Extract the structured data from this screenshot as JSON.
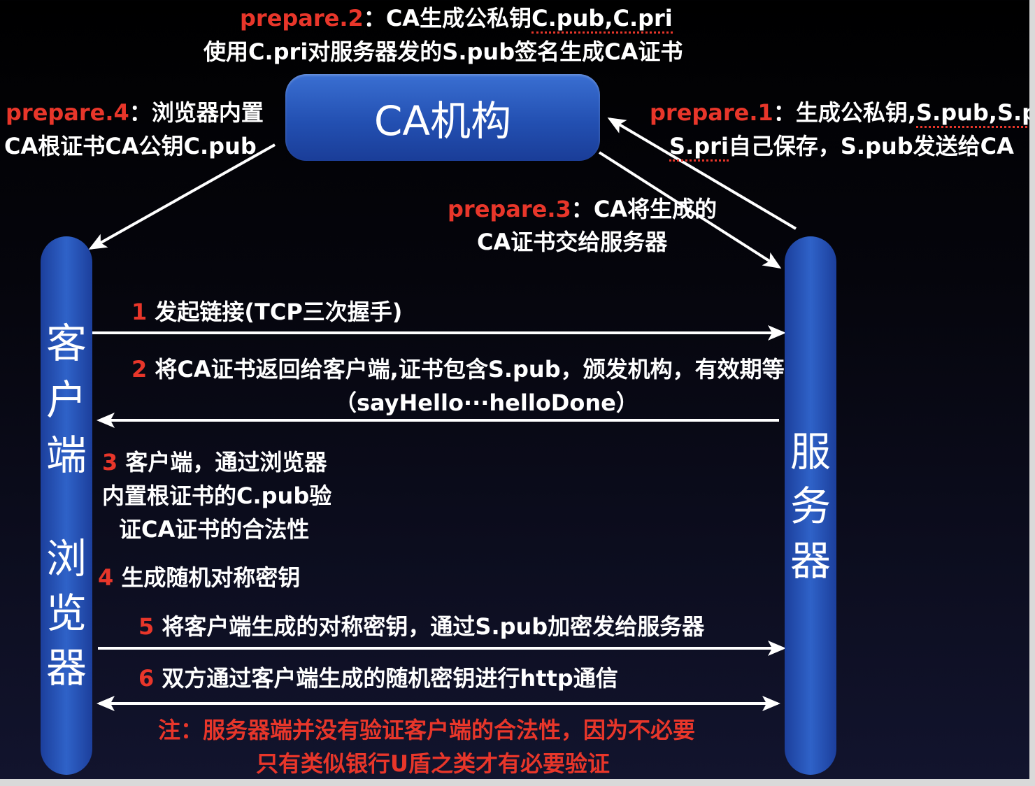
{
  "header": {
    "prep2_tag": "prepare.2",
    "prep2_sep": "：",
    "prep2_line1_a": "CA生成公私钥",
    "prep2_line1_b": "C.pub,C.pri",
    "prep2_line2": "使用C.pri对服务器发的S.pub签名生成CA证书"
  },
  "ca_box": {
    "label": "CA机构"
  },
  "prep4": {
    "tag": "prepare.4",
    "sep": "：",
    "line1": "浏览器内置",
    "line2": "CA根证书CA公钥C.pub"
  },
  "prep1": {
    "tag": "prepare.1",
    "sep": "：",
    "line1_a": "生成公私钥,",
    "line1_b": "S.pub,S.pri",
    "line2_a": "S.pri",
    "line2_b": "自己保存，S.pub发送给CA"
  },
  "prep3": {
    "tag": "prepare.3",
    "sep": "：",
    "line1": "CA将生成的",
    "line2": "CA证书交给服务器"
  },
  "client": {
    "chars": [
      "客",
      "户",
      "端",
      "浏",
      "览",
      "器"
    ]
  },
  "server": {
    "chars": [
      "服",
      "务",
      "器"
    ]
  },
  "steps": {
    "s1_num": "1",
    "s1_text": "发起链接(TCP三次握手)",
    "s2_num": "2",
    "s2_text": "将CA证书返回给客户端,证书包含S.pub，颁发机构，有效期等",
    "s2_sub": "（sayHello···helloDone）",
    "s3_num": "3",
    "s3_line1": "客户端，通过浏览器",
    "s3_line2": "内置根证书的C.pub验",
    "s3_line3": "证CA证书的合法性",
    "s4_num": "4",
    "s4_text": "生成随机对称密钥",
    "s5_num": "5",
    "s5_text": "将客户端生成的对称密钥，通过S.pub加密发给服务器",
    "s6_num": "6",
    "s6_text": "双方通过客户端生成的随机密钥进行http通信"
  },
  "note": {
    "line1": "注：服务器端并没有验证客户端的合法性，因为不必要",
    "line2": "只有类似银行U盾之类才有必要验证"
  },
  "colors": {
    "accent_red": "#e8362a",
    "text_white": "#ffffff",
    "box_blue": "#2350b2"
  }
}
